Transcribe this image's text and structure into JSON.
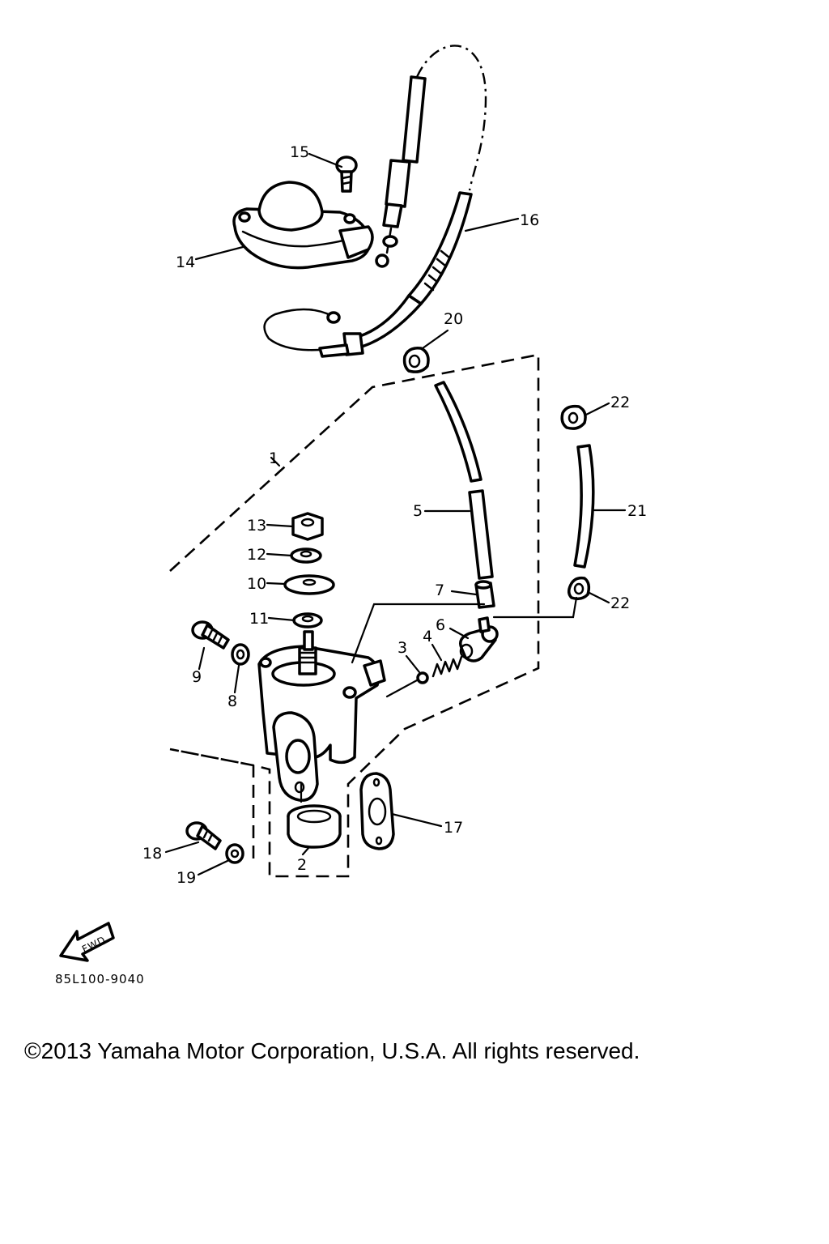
{
  "callouts": {
    "c1": "1",
    "c2": "2",
    "c3": "3",
    "c4": "4",
    "c5": "5",
    "c6": "6",
    "c7": "7",
    "c8": "8",
    "c9": "9",
    "c10": "10",
    "c11": "11",
    "c12": "12",
    "c13": "13",
    "c14": "14",
    "c15": "15",
    "c16": "16",
    "c17": "17",
    "c18": "18",
    "c19": "19",
    "c20": "20",
    "c21": "21",
    "c22a": "22",
    "c22b": "22"
  },
  "fwd_label": "FWD",
  "drawing_code": "85L100-9040",
  "copyright": "©2013 Yamaha Motor Corporation, U.S.A. All rights reserved."
}
